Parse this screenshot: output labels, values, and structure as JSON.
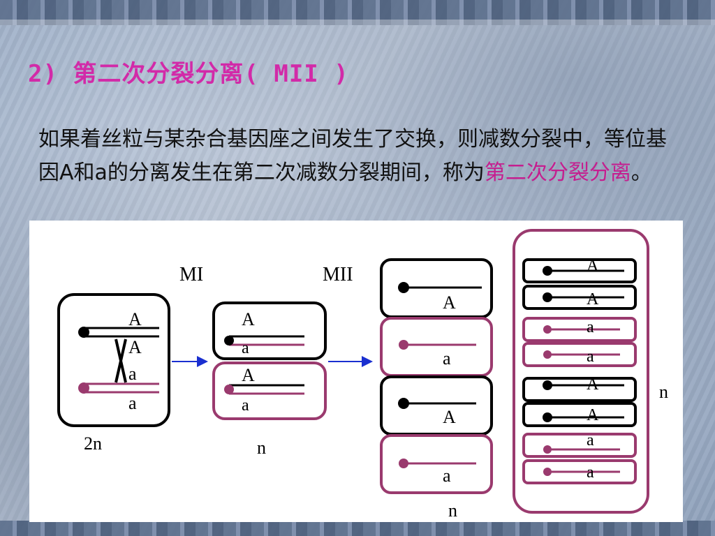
{
  "slide": {
    "title": "2) 第二次分裂分离( MII )",
    "text_part1": "如果着丝粒与某杂合基因座之间发生了交换，则减数分裂中，等位基因A和a的分离发生在第二次减数分裂期间，称为",
    "text_highlight": "第二次分裂分离",
    "text_end": "。"
  },
  "diagram": {
    "stage_labels": [
      "MI",
      "MII"
    ],
    "ploidy_labels": [
      "2n",
      "n",
      "n",
      "n"
    ],
    "stage1_alleles": [
      "A",
      "A",
      "a",
      "a"
    ],
    "stage2_alleles": [
      "A",
      "a",
      "A",
      "a"
    ],
    "stage3_alleles": [
      "A",
      "a",
      "A",
      "a"
    ],
    "stage4_alleles": [
      "A",
      "A",
      "a",
      "a",
      "A",
      "A",
      "a",
      "a"
    ],
    "colors": {
      "black": "#000000",
      "purple": "#9a3a6e",
      "arrow": "#1a2fd0"
    }
  }
}
